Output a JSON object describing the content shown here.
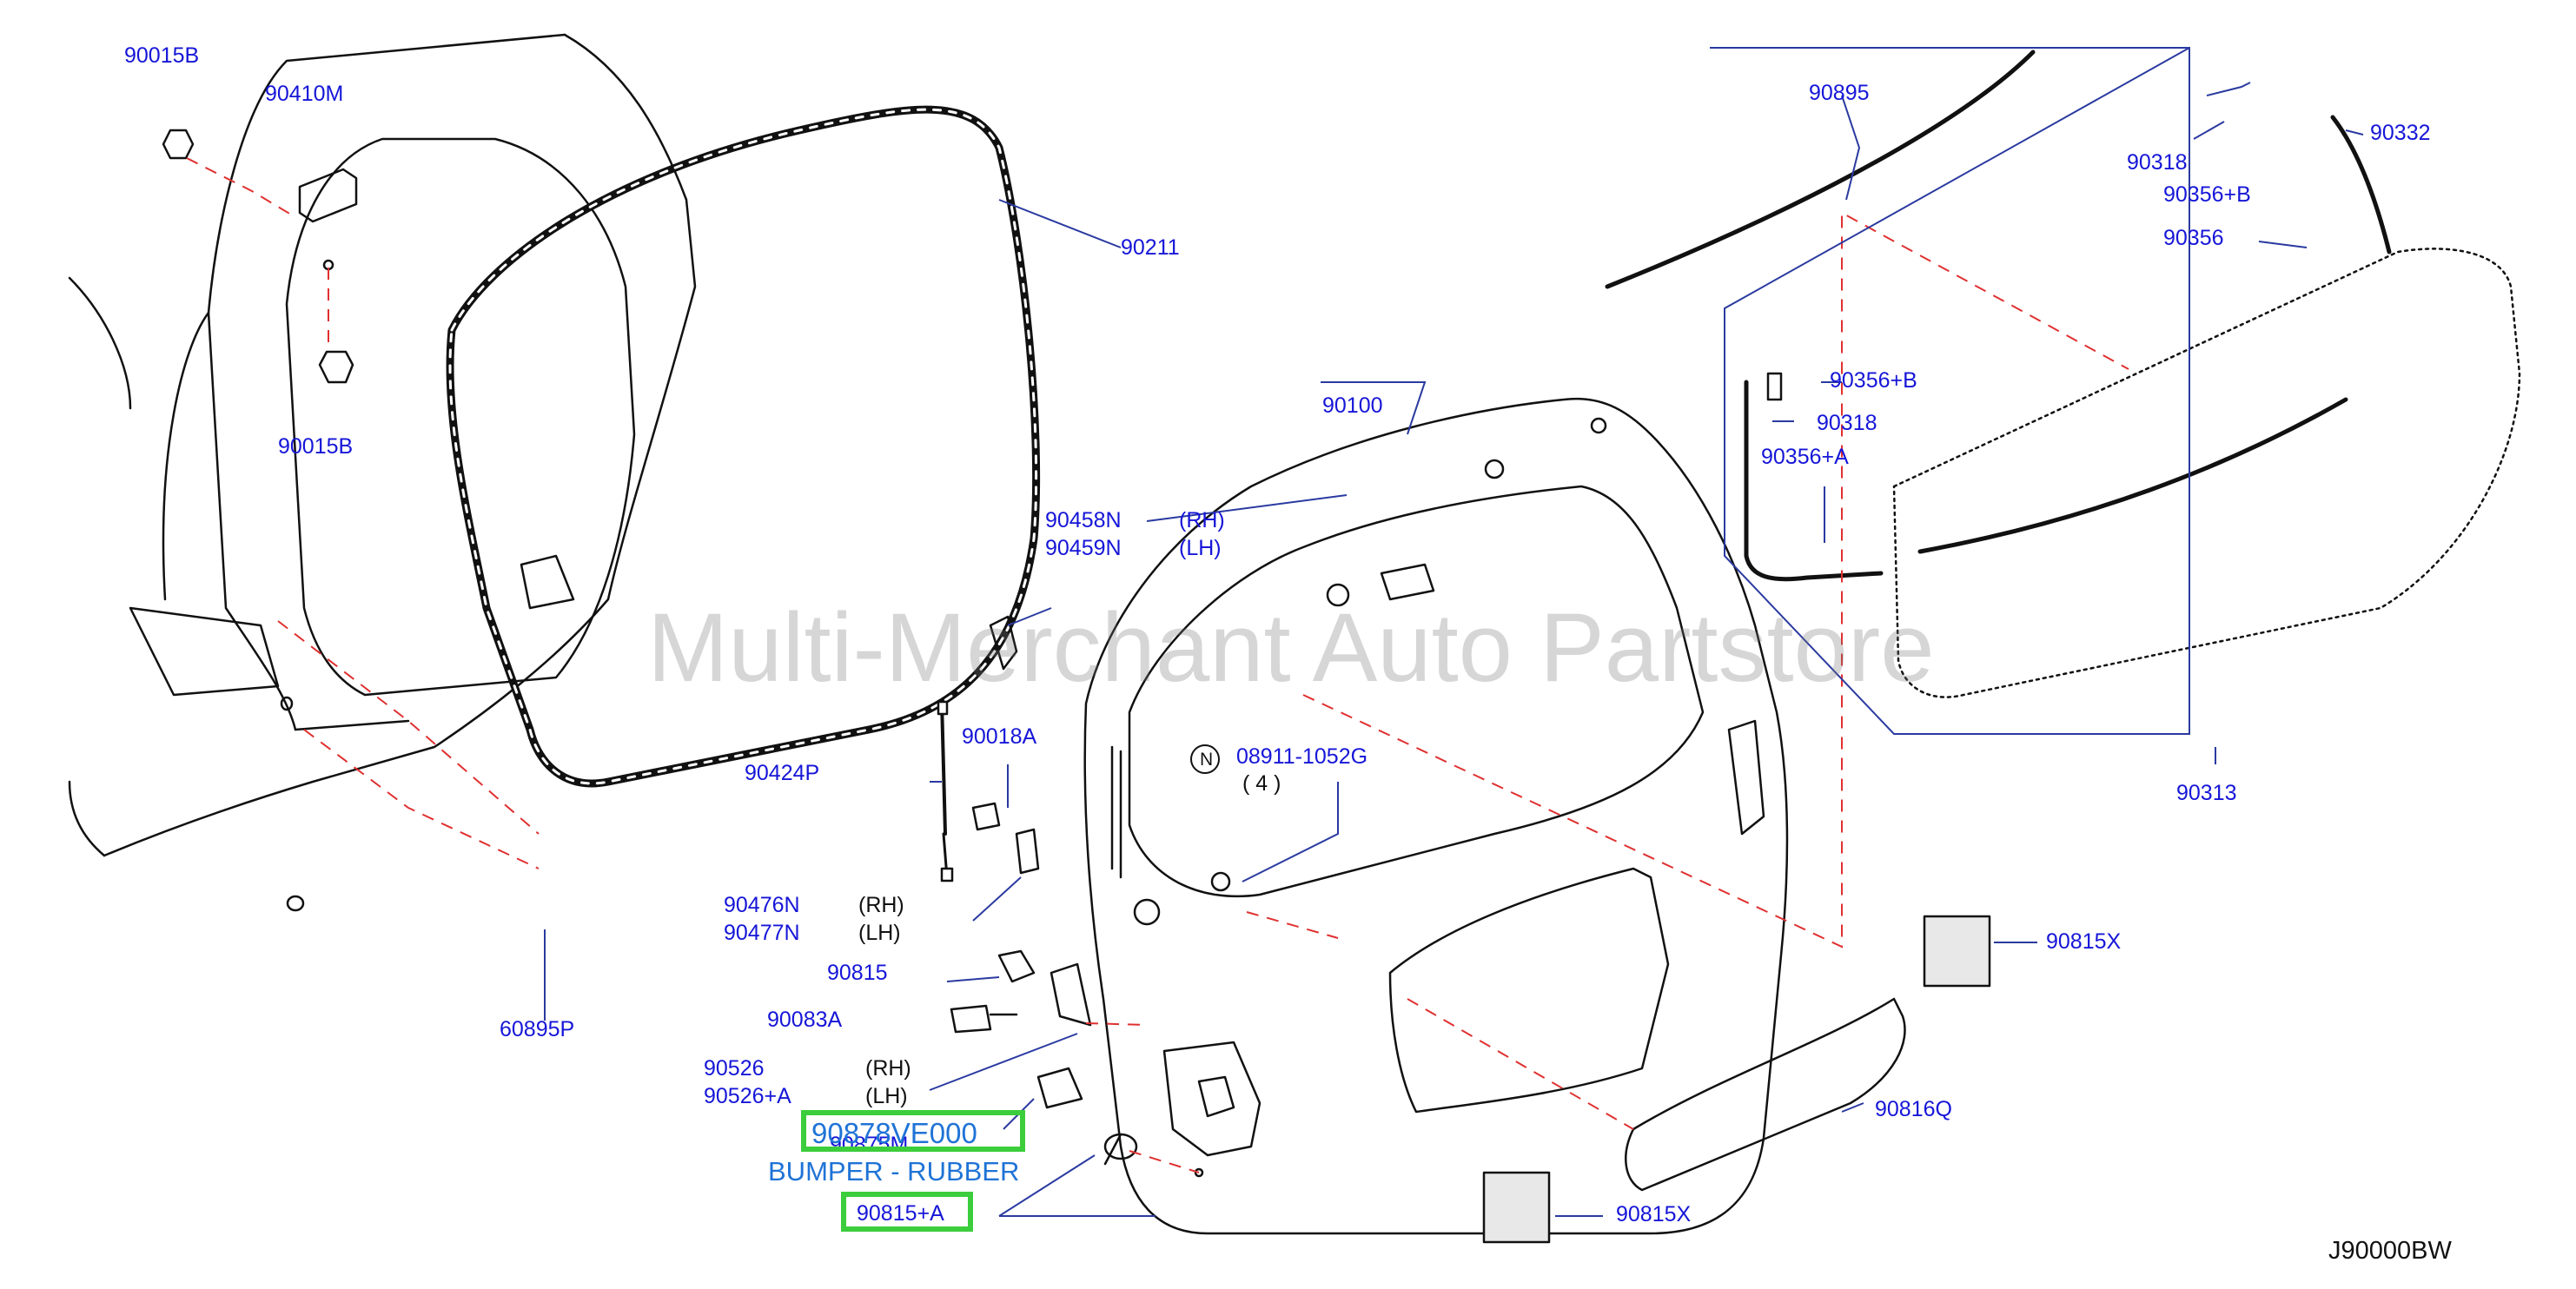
{
  "watermark": "Multi-Merchant Auto Partstore",
  "diagram_code": "J90000BW",
  "highlight": {
    "part_number": "90878VE000",
    "part_description": "BUMPER - RUBBER",
    "callout": "90815+A"
  },
  "labels": {
    "p90015B_top": "90015B",
    "p90410M": "90410M",
    "p90015B_bottom": "90015B",
    "p90211": "90211",
    "p90100": "90100",
    "p90458N": "90458N",
    "rh1": "(RH)",
    "p90459N": "90459N",
    "lh1": "(LH)",
    "p90018A": "90018A",
    "p90424P": "90424P",
    "p08911": "08911-1052G",
    "n_circle": "N",
    "qty4": "( 4 )",
    "p90476N": "90476N",
    "rh2": "(RH)",
    "p90477N": "90477N",
    "lh2": "(LH)",
    "p90815": "90815",
    "p90083A": "90083A",
    "p90526": "90526",
    "rh3": "(RH)",
    "p90526A": "90526+A",
    "lh3": "(LH)",
    "p90875M": "90875M",
    "p60895P": "60895P",
    "p90895": "90895",
    "p90318_top": "90318",
    "p90332": "90332",
    "p90356B_top": "90356+B",
    "p90356": "90356",
    "p90356B_mid": "90356+B",
    "p90318_mid": "90318",
    "p90356A": "90356+A",
    "p90313": "90313",
    "p90815X_top": "90815X",
    "p90816Q": "90816Q",
    "p90815X_bottom": "90815X"
  },
  "colors": {
    "label_blue": "#1616d8",
    "highlight_green": "#3ccd3c",
    "highlight_text": "#1f73d6",
    "dash_red": "#e03030",
    "line_black": "#111111",
    "leader_blue": "#2a3aa0"
  }
}
